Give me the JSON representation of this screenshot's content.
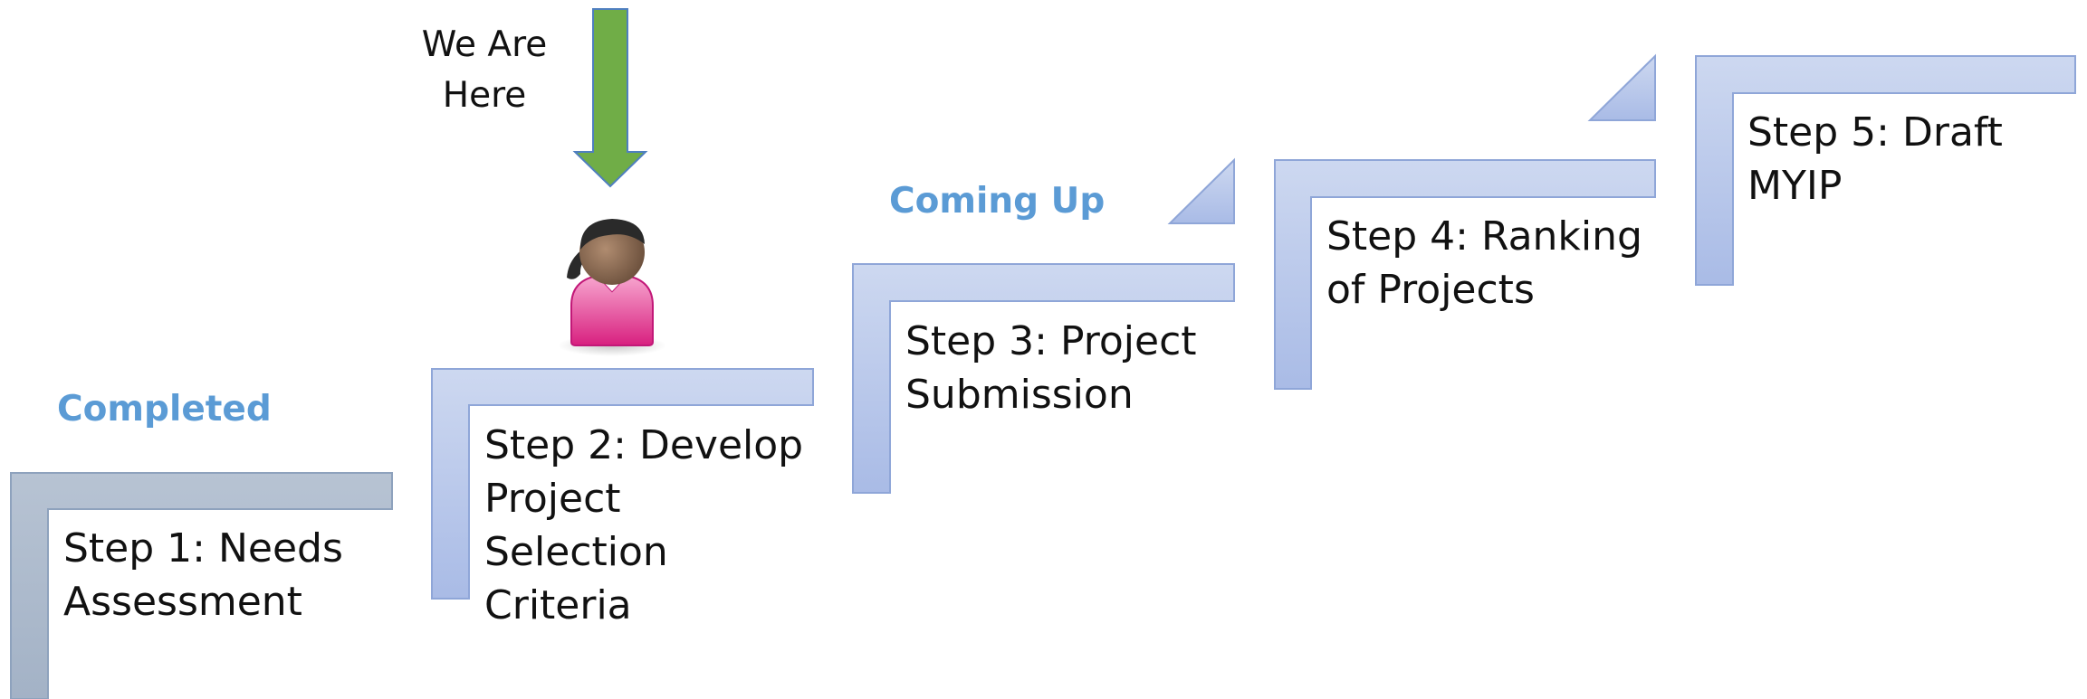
{
  "diagram": {
    "steps": [
      {
        "label": "Step 1: Needs\nAssessment"
      },
      {
        "label": "Step 2: Develop\nProject\nSelection\nCriteria"
      },
      {
        "label": "Step 3: Project\nSubmission"
      },
      {
        "label": "Step 4: Ranking\nof Projects"
      },
      {
        "label": "Step 5: Draft\nMYIP"
      }
    ],
    "status": {
      "completed": "Completed",
      "coming_up": "Coming Up"
    },
    "marker": {
      "label": "We Are\nHere"
    },
    "colors": {
      "completed_stair": "#a9b8cc",
      "stair": "#b9c8ea",
      "stair_edge": "#8fa6d8",
      "status_text": "#5b9bd5",
      "arrow": "#70ad47",
      "arrow_edge": "#4f7fbf",
      "person_shirt": "#e23a97",
      "person_skin": "#8a6a52",
      "person_hair": "#2a2a2a"
    }
  }
}
